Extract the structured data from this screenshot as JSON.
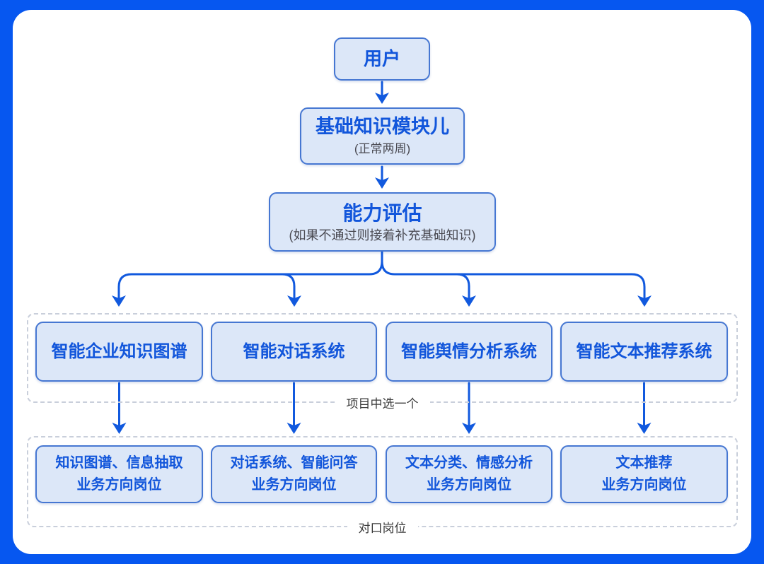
{
  "flowchart": {
    "nodes": {
      "user": {
        "label": "用户"
      },
      "basic": {
        "label": "基础知识模块儿",
        "note": "(正常两周)"
      },
      "assess": {
        "label": "能力评估",
        "note": "(如果不通过则接着补充基础知识)"
      }
    },
    "projects": {
      "group_label": "项目中选一个",
      "items": [
        {
          "label": "智能企业知识图谱"
        },
        {
          "label": "智能对话系统"
        },
        {
          "label": "智能舆情分析系统"
        },
        {
          "label": "智能文本推荐系统"
        }
      ]
    },
    "jobs": {
      "group_label": "对口岗位",
      "items": [
        {
          "line1": "知识图谱、信息抽取",
          "line2": "业务方向岗位"
        },
        {
          "line1": "对话系统、智能问答",
          "line2": "业务方向岗位"
        },
        {
          "line1": "文本分类、情感分析",
          "line2": "业务方向岗位"
        },
        {
          "line1": "文本推荐",
          "line2": "业务方向岗位"
        }
      ]
    },
    "colors": {
      "bg": "#0657f0",
      "card": "#ffffff",
      "box-fill": "#dce7f8",
      "box-border": "#4677d2",
      "accent-text": "#1256db",
      "note-text": "#4a4a52",
      "arrow": "#1159de",
      "dash": "#c9cfdb",
      "label-text": "#3a3a3a"
    }
  }
}
